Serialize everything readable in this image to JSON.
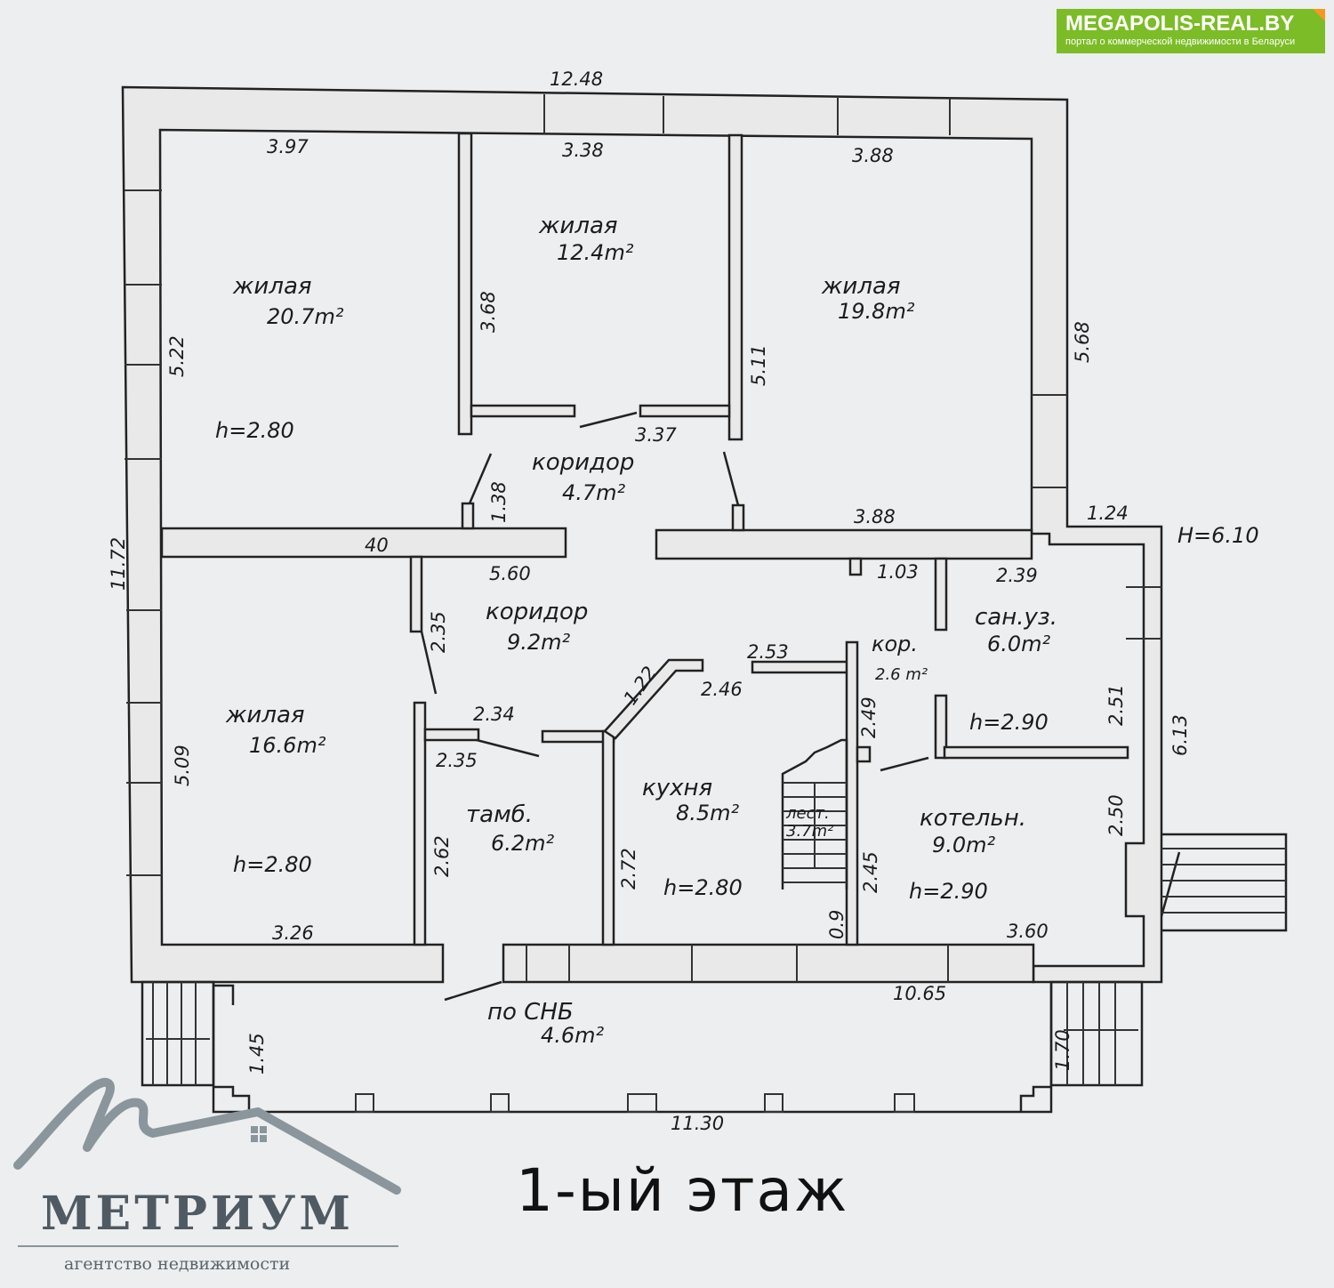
{
  "watermark": {
    "site": "MEGAPOLIS-REAL.BY",
    "site_tagline": "портал о коммерческой недвижимости в Беларуси",
    "agency": "МЕТРИУМ",
    "agency_tagline": "агентство недвижимости"
  },
  "floor_title": "1-ый этаж",
  "rooms": [
    {
      "name": "жилая",
      "area": "20.7m²",
      "height": "h=2.80"
    },
    {
      "name": "жилая",
      "area": "12.4m²"
    },
    {
      "name": "жилая",
      "area": "19.8m²"
    },
    {
      "name": "коридор",
      "area": "4.7m²"
    },
    {
      "name": "коридор",
      "area": "9.2m²"
    },
    {
      "name": "жилая",
      "area": "16.6m²",
      "height": "h=2.80"
    },
    {
      "name": "тамб.",
      "area": "6.2m²"
    },
    {
      "name": "кухня",
      "area": "8.5m²",
      "height": "h=2.80"
    },
    {
      "name": "лест.",
      "area": "3.7m²"
    },
    {
      "name": "кор.",
      "area": "2.6 m²"
    },
    {
      "name": "сан.уз.",
      "area": "6.0m²",
      "height": "h=2.90"
    },
    {
      "name": "котельн.",
      "area": "9.0m²",
      "height": "h=2.90"
    },
    {
      "name": "по СНБ",
      "area": "4.6m²"
    }
  ],
  "total_height": "H=6.10",
  "dimensions": {
    "top": "12.48",
    "r1_top": "3.97",
    "r2_top": "3.38",
    "r3_top": "3.88",
    "left_outer": "11.72",
    "r1_side": "5.22",
    "r2_side": "3.68",
    "r3_side": "5.11",
    "right_upper": "5.68",
    "corr_door": "3.37",
    "corr_side": "1.38",
    "wall_40": "40",
    "corr2_top": "5.60",
    "r3_bottom": "3.88",
    "step_124": "1.24",
    "d_103": "1.03",
    "d_239": "2.39",
    "d_235a": "2.35",
    "d_253": "2.53",
    "d_122": "1.22",
    "d_246": "2.46",
    "d_249": "2.49",
    "d_234": "2.34",
    "d_235b": "2.35",
    "r5_side": "5.09",
    "d_251": "2.51",
    "d_613": "6.13",
    "d_262": "2.62",
    "d_272": "2.72",
    "d_245": "2.45",
    "d_09": "0.9",
    "d_250": "2.50",
    "r5_bottom": "3.26",
    "d_360": "3.60",
    "d_1065": "10.65",
    "d_145": "1.45",
    "d_170": "1.70",
    "bottom": "11.30"
  }
}
